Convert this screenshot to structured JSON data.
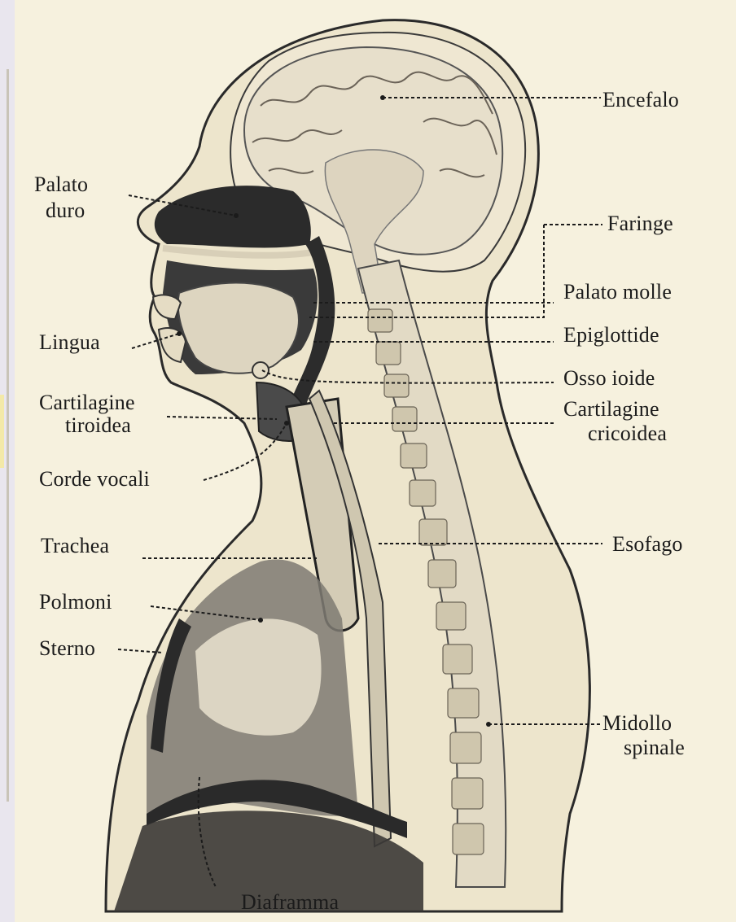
{
  "labels": {
    "encefalo": "Encefalo",
    "palato_duro_1": "Palato",
    "palato_duro_2": "duro",
    "faringe": "Faringe",
    "palato_molle": "Palato molle",
    "lingua": "Lingua",
    "epiglottide": "Epiglottide",
    "osso_ioide": "Osso ioide",
    "cartilagine_tiroidea_1": "Cartilagine",
    "cartilagine_tiroidea_2": "tiroidea",
    "cartilagine_cricoidea_1": "Cartilagine",
    "cartilagine_cricoidea_2": "cricoidea",
    "corde_vocali": "Corde vocali",
    "trachea": "Trachea",
    "esofago": "Esofago",
    "polmoni": "Polmoni",
    "sterno": "Sterno",
    "midollo_spinale_1": "Midollo",
    "midollo_spinale_2": "spinale",
    "diaframma": "Diaframma"
  },
  "colors": {
    "paper": "#f6f1de",
    "ink": "#1b1b1b",
    "tissue": "#d9d2bf",
    "dark_cavity": "#2a2a2a",
    "margin": "#e9e6ee"
  }
}
